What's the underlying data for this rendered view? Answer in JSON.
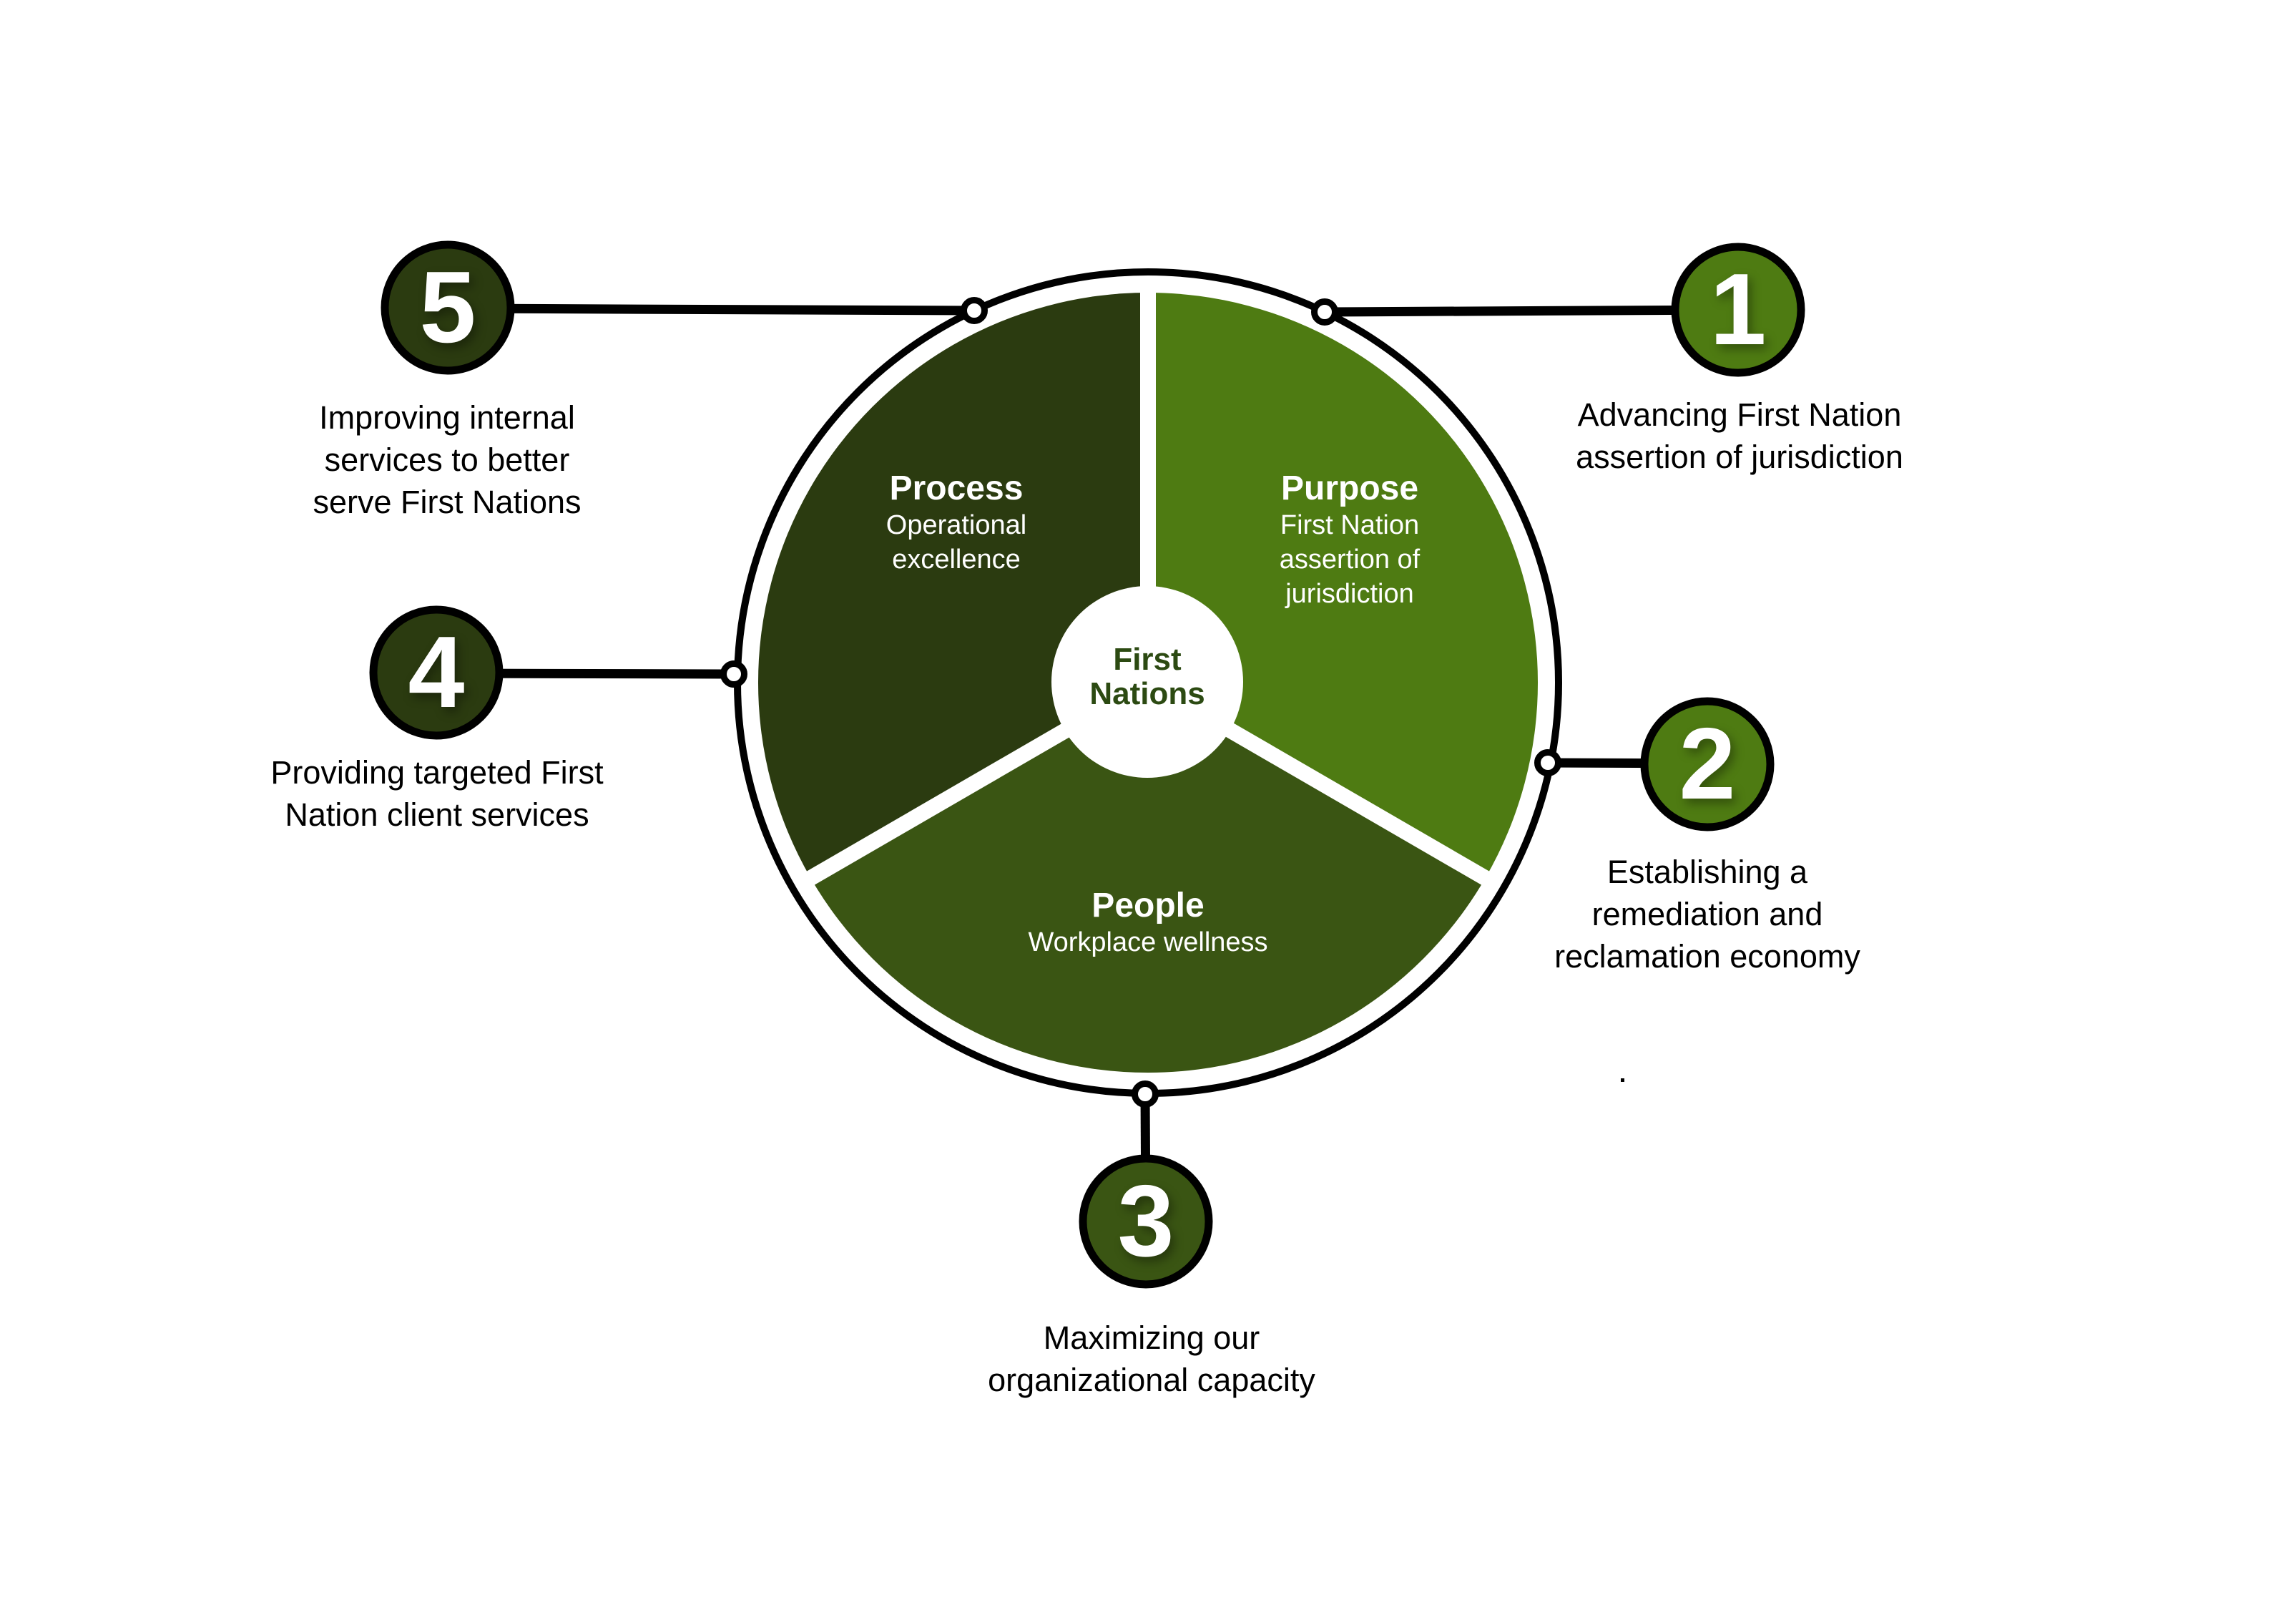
{
  "diagram": {
    "center": {
      "lines": [
        "First",
        "Nations"
      ]
    },
    "segments": [
      {
        "title": "Process",
        "sub_lines": [
          "Operational",
          "excellence"
        ],
        "color": "#2b3b10"
      },
      {
        "title": "Purpose",
        "sub_lines": [
          "First Nation",
          "assertion of",
          "jurisdiction"
        ],
        "color": "#4e7b12"
      },
      {
        "title": "People",
        "sub_lines": [
          "Workplace wellness"
        ],
        "color": "#3a5513"
      }
    ],
    "callouts": [
      {
        "number": "1",
        "lines": [
          "Advancing First Nation",
          "assertion of jurisdiction"
        ],
        "color": "#4e7b12"
      },
      {
        "number": "2",
        "lines": [
          "Establishing a",
          "remediation and",
          "reclamation economy"
        ],
        "color": "#4e7b12"
      },
      {
        "number": "3",
        "lines": [
          "Maximizing our",
          "organizational capacity"
        ],
        "color": "#3a5513"
      },
      {
        "number": "4",
        "lines": [
          "Providing targeted First",
          "Nation client services"
        ],
        "color": "#2b3b10"
      },
      {
        "number": "5",
        "lines": [
          "Improving internal",
          "services to better",
          "serve First Nations"
        ],
        "color": "#2b3b10"
      }
    ],
    "colors": {
      "dark_green": "#2b3b10",
      "leaf_green": "#4e7b12",
      "medium_green": "#3a5513",
      "center_text_green": "#2c4a12",
      "line_black": "#000000",
      "background": "#ffffff"
    }
  }
}
